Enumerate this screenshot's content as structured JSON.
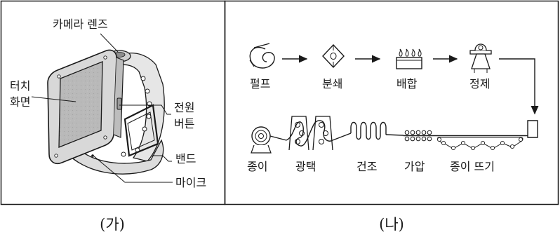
{
  "panel_a": {
    "caption": "(가)",
    "labels": {
      "camera_lens": "카메라 렌즈",
      "touch_screen_line1": "터치",
      "touch_screen_line2": "화면",
      "power_button_line1": "전원",
      "power_button_line2": "버튼",
      "band": "밴드",
      "mic": "마이크"
    }
  },
  "panel_b": {
    "caption": "(나)",
    "top_steps": [
      "펄프",
      "분쇄",
      "배합",
      "정제"
    ],
    "bottom_steps": [
      "종이",
      "광택",
      "건조",
      "가압",
      "종이 뜨기"
    ]
  },
  "icons": {
    "pulp": "pulp-roll-icon",
    "grind": "grinder-icon",
    "mix": "mixing-tank-icon",
    "refine": "refiner-icon",
    "paper": "paper-roll-icon"
  }
}
